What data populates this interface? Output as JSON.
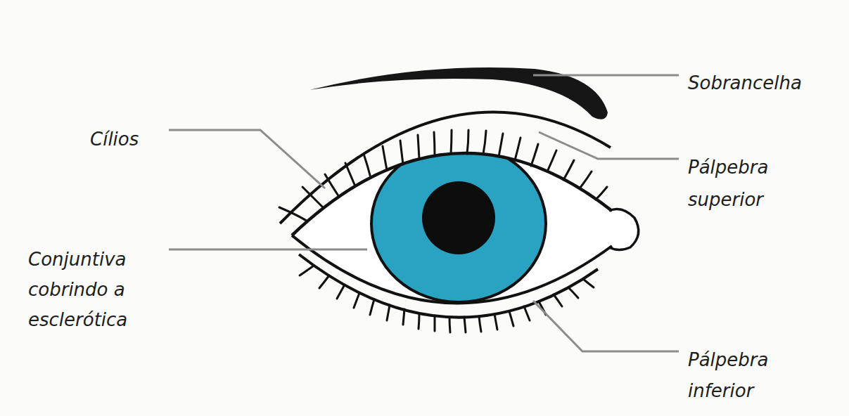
{
  "diagram": {
    "labels": [
      "Sobrancelha",
      "Cílios",
      "Pálpebra superior",
      "Conjuntiva cobrindo a esclerótica",
      "Pálpebra inferior"
    ]
  }
}
